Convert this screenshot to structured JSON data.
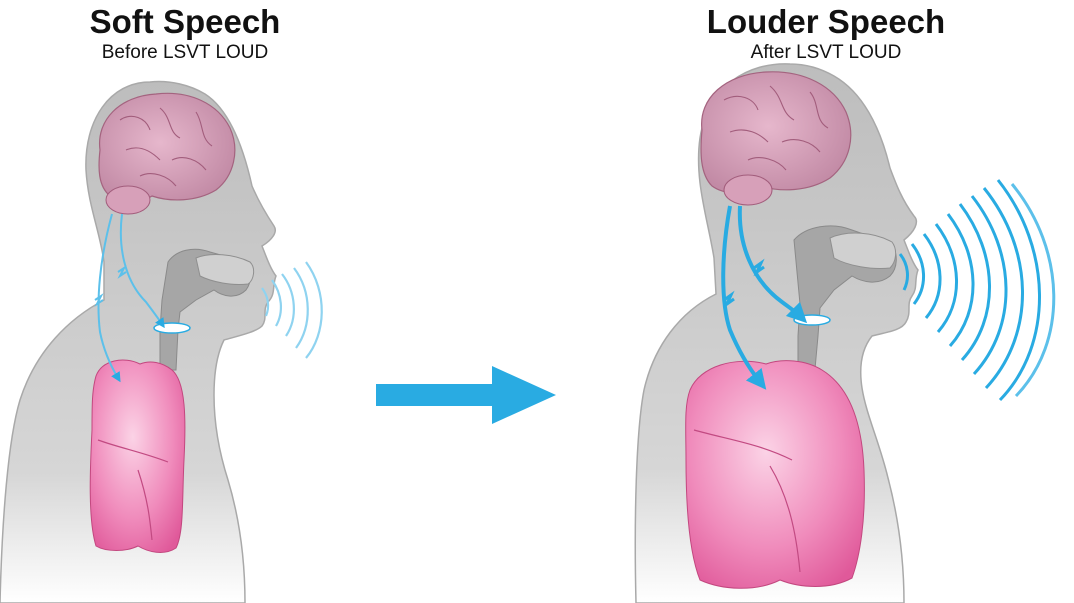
{
  "left_panel": {
    "title": "Soft Speech",
    "subtitle": "Before LSVT LOUD"
  },
  "right_panel": {
    "title": "Louder Speech",
    "subtitle": "After LSVT LOUD"
  },
  "colors": {
    "signal_blue": "#29abe2",
    "lung_pink": "#e8559a",
    "brain_pink": "#c98aa8",
    "body_gray": "#c9c9c9"
  }
}
